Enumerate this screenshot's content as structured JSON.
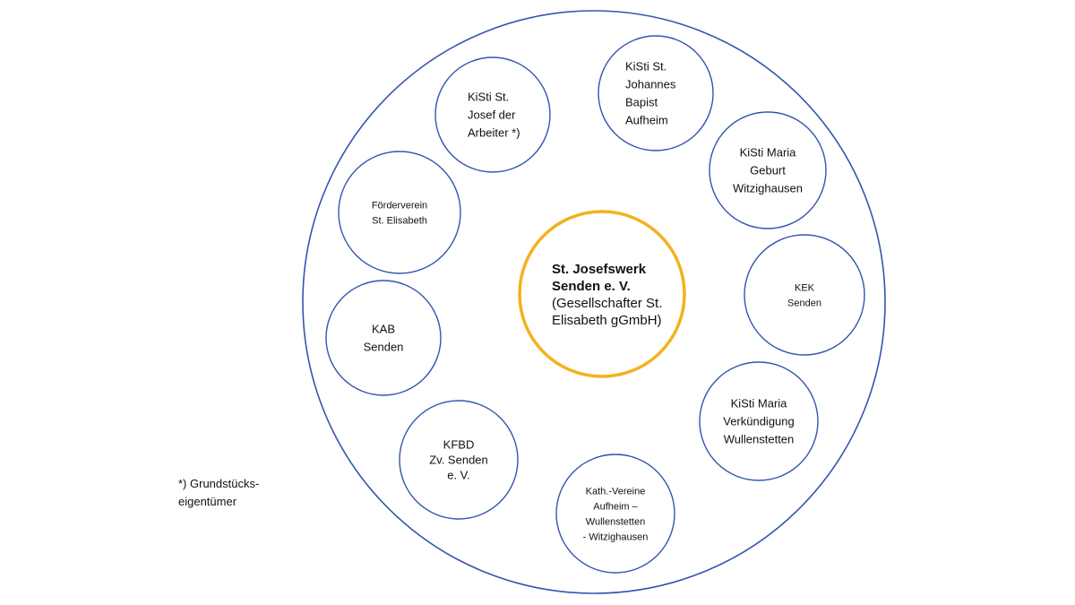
{
  "center": {
    "lines": [
      {
        "text": "St. Josefswerk",
        "bold": true
      },
      {
        "text": "Senden e. V.",
        "bold": true
      },
      {
        "text": "(Gesellschafter St.",
        "bold": false
      },
      {
        "text": "Elisabeth gGmbH)",
        "bold": false
      }
    ]
  },
  "members": [
    {
      "id": "kisti-st-josef",
      "lines": [
        "KiSti St.",
        "Josef der",
        "Arbeiter *)"
      ]
    },
    {
      "id": "kisti-st-johannes",
      "lines": [
        "KiSti St.",
        "Johannes",
        "Bapist",
        "Aufheim"
      ]
    },
    {
      "id": "kisti-maria-geburt",
      "lines": [
        "KiSti Maria",
        "Geburt",
        "Witzighausen"
      ]
    },
    {
      "id": "kek-senden",
      "lines": [
        "KEK",
        "Senden"
      ]
    },
    {
      "id": "kisti-maria-verkuendigung",
      "lines": [
        "KiSti Maria",
        "Verkündigung",
        "Wullenstetten"
      ]
    },
    {
      "id": "kath-vereine",
      "lines": [
        "Kath.-Vereine",
        "Aufheim –",
        "Wullenstetten",
        "- Witzighausen"
      ]
    },
    {
      "id": "kfbd",
      "lines": [
        "KFBD",
        "Zv. Senden",
        "e. V."
      ]
    },
    {
      "id": "kab",
      "lines": [
        "KAB",
        "Senden"
      ]
    },
    {
      "id": "foerderverein",
      "lines": [
        "Förderverein",
        "St. Elisabeth"
      ]
    }
  ],
  "footnote": {
    "line1": "*) Grundstücks-",
    "line2": "eigentümer"
  },
  "colors": {
    "outline": "#3355b0",
    "center_outline": "#f2b21c",
    "text": "#111111"
  }
}
